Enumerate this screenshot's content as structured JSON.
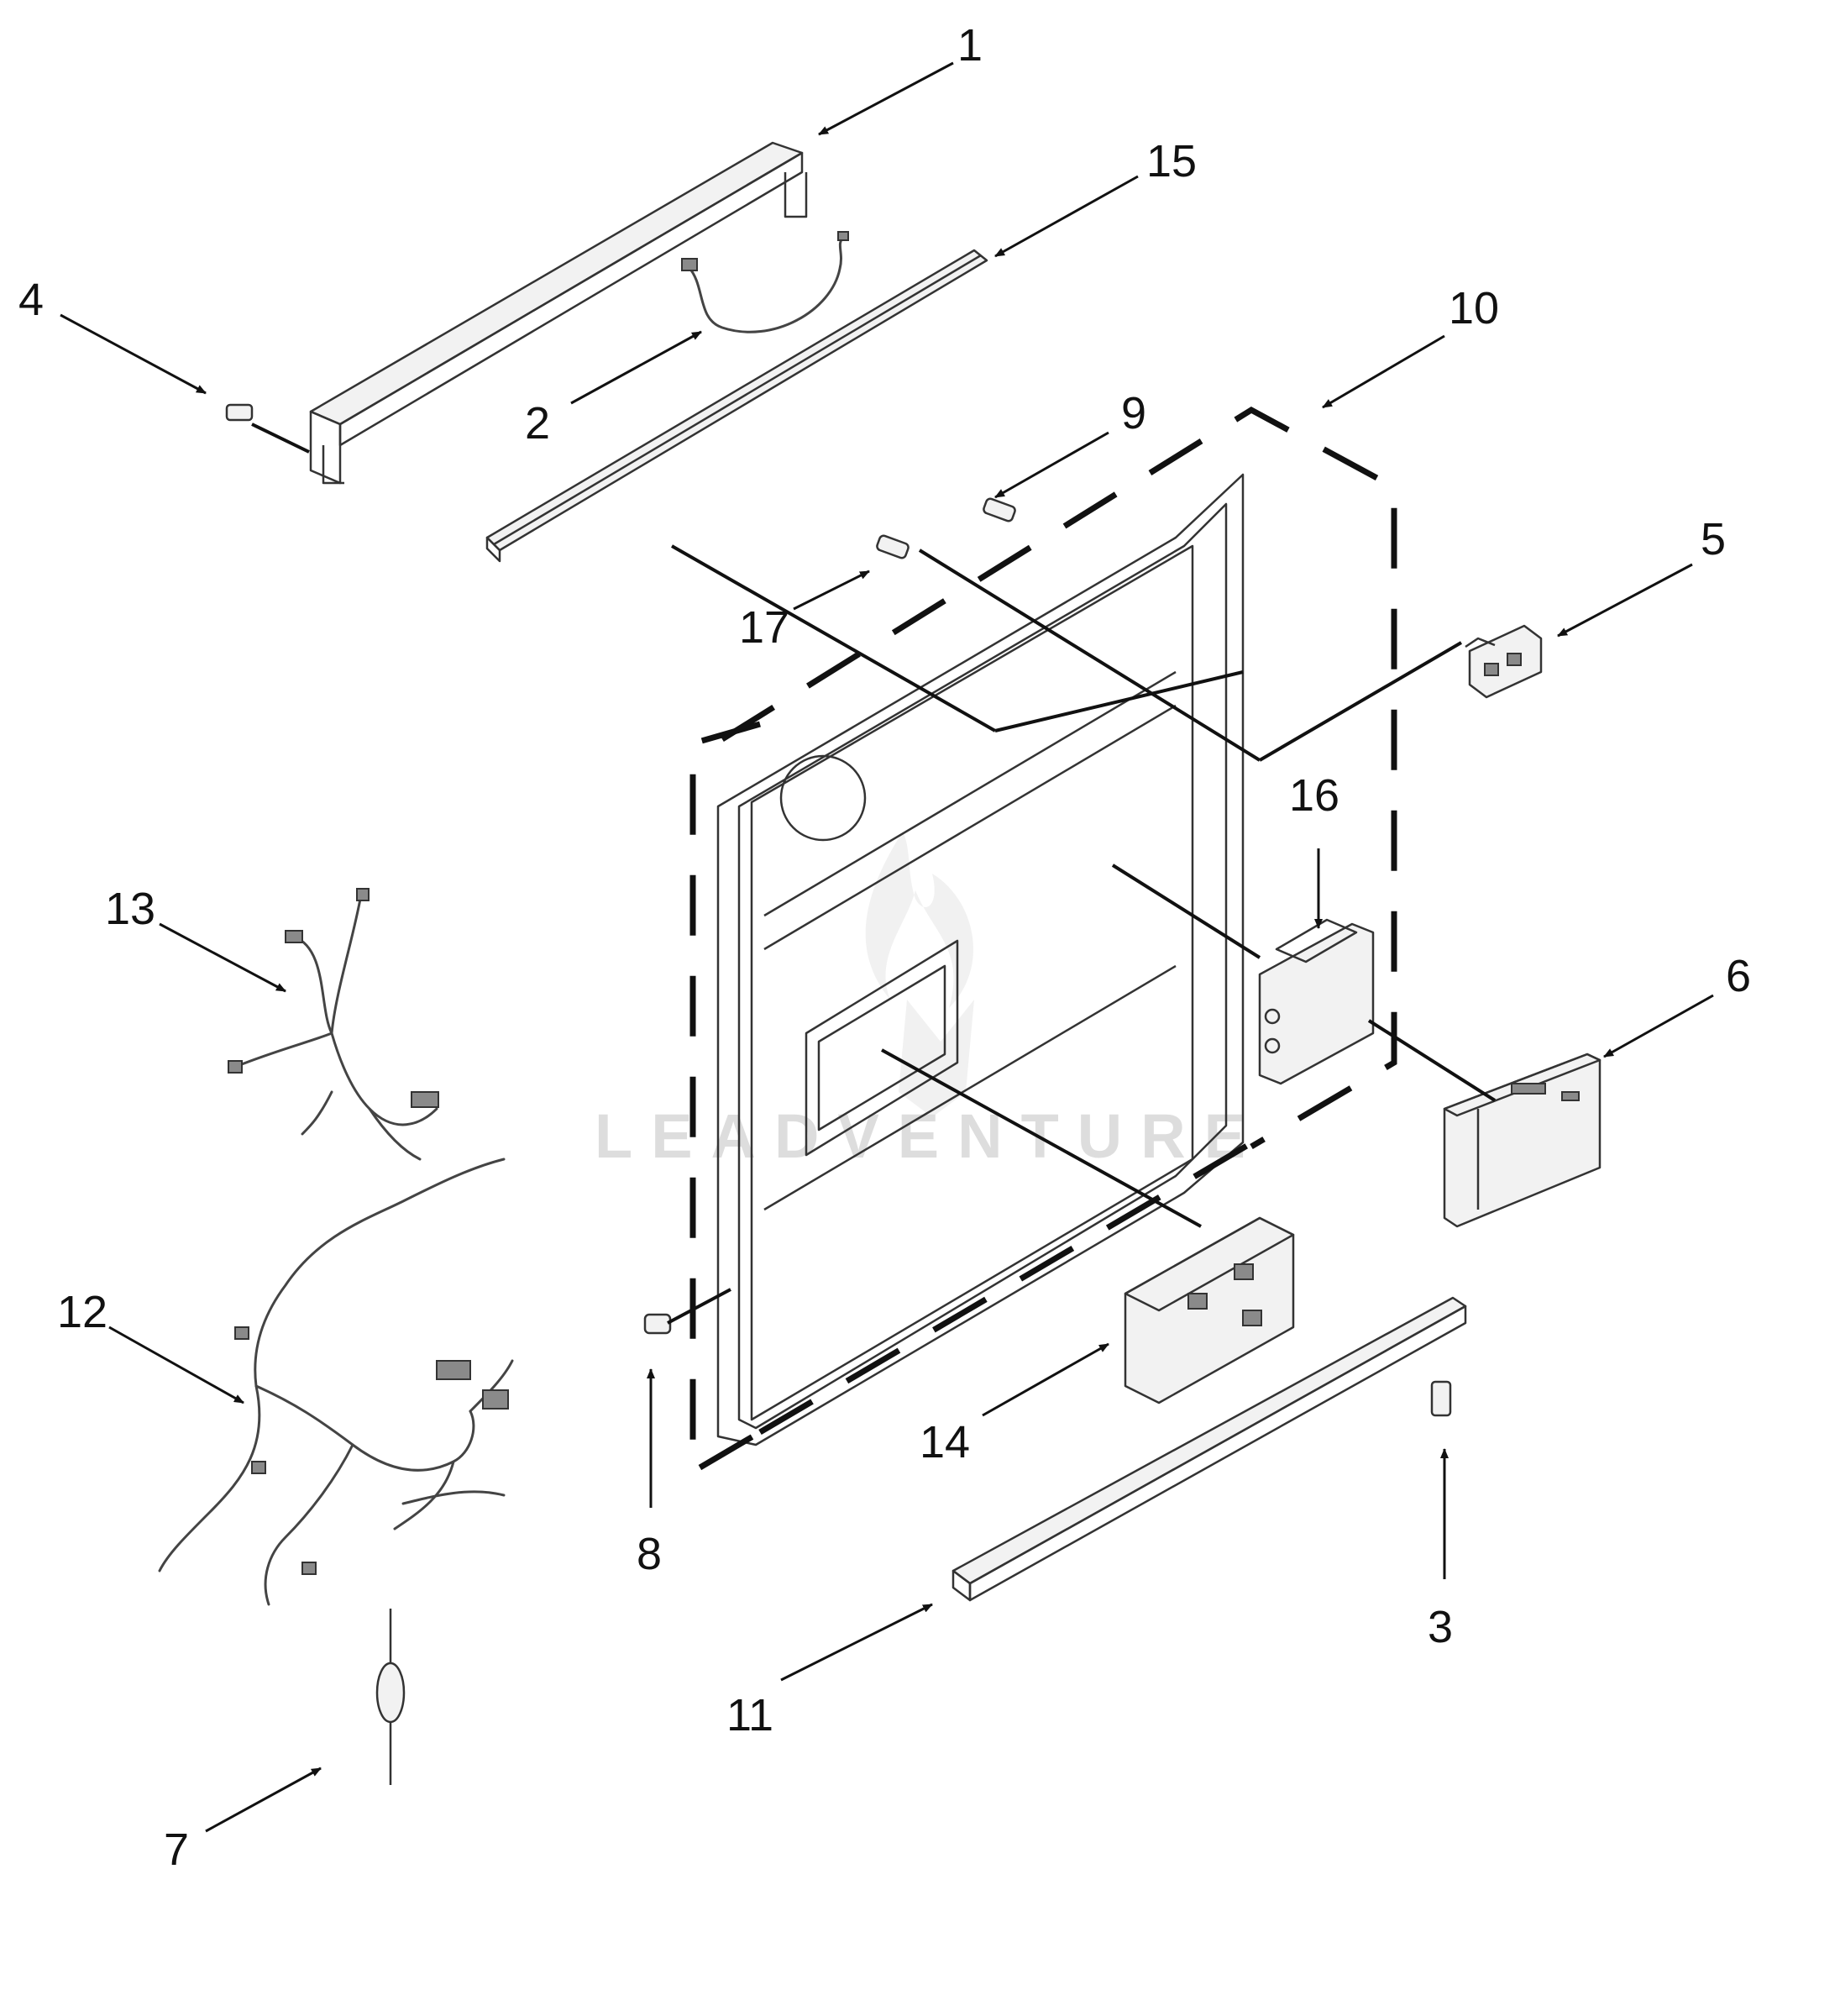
{
  "watermark": "LEADVENTURE",
  "callouts": [
    {
      "id": "c1",
      "label": "1"
    },
    {
      "id": "c2",
      "label": "2"
    },
    {
      "id": "c3",
      "label": "3"
    },
    {
      "id": "c4",
      "label": "4"
    },
    {
      "id": "c5",
      "label": "5"
    },
    {
      "id": "c6",
      "label": "6"
    },
    {
      "id": "c7",
      "label": "7"
    },
    {
      "id": "c8",
      "label": "8"
    },
    {
      "id": "c9",
      "label": "9"
    },
    {
      "id": "c10",
      "label": "10"
    },
    {
      "id": "c11",
      "label": "11"
    },
    {
      "id": "c12",
      "label": "12"
    },
    {
      "id": "c13",
      "label": "13"
    },
    {
      "id": "c14",
      "label": "14"
    },
    {
      "id": "c15",
      "label": "15"
    },
    {
      "id": "c16",
      "label": "16"
    },
    {
      "id": "c17",
      "label": "17"
    }
  ]
}
